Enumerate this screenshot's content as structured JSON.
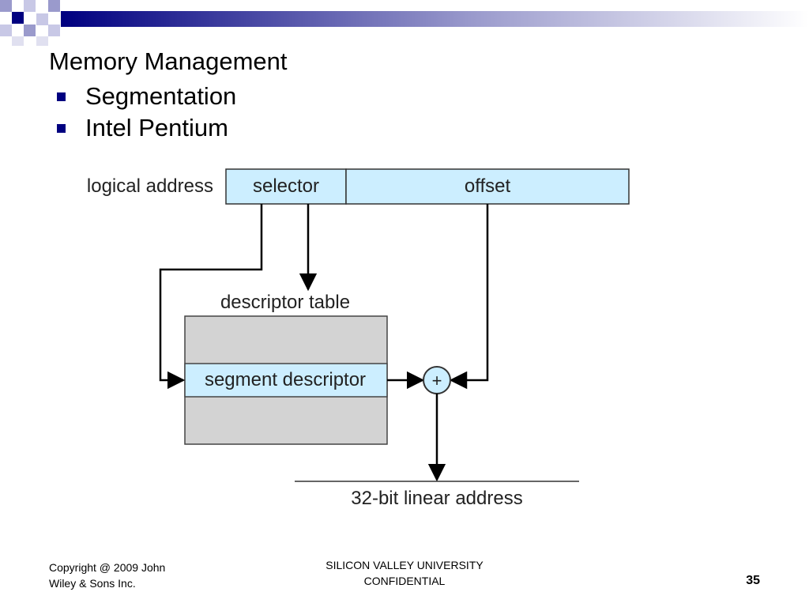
{
  "slide": {
    "title": "Memory Management",
    "bullets": [
      {
        "text": "Segmentation"
      },
      {
        "text": "Intel Pentium"
      }
    ],
    "colors": {
      "accent": "#000080",
      "field_fill": "#cceeff",
      "table_fill": "#d3d3d3"
    }
  },
  "diagram": {
    "logical_address_label": "logical address",
    "selector_label": "selector",
    "offset_label": "offset",
    "descriptor_table_label": "descriptor table",
    "segment_descriptor_label": "segment descriptor",
    "adder_symbol": "+",
    "linear_address_label": "32-bit linear address"
  },
  "footer": {
    "copyright_line1": "Copyright @ 2009 John",
    "copyright_line2": "Wiley & Sons Inc.",
    "center_line1": "SILICON VALLEY UNIVERSITY",
    "center_line2": "CONFIDENTIAL",
    "page_number": "35"
  }
}
